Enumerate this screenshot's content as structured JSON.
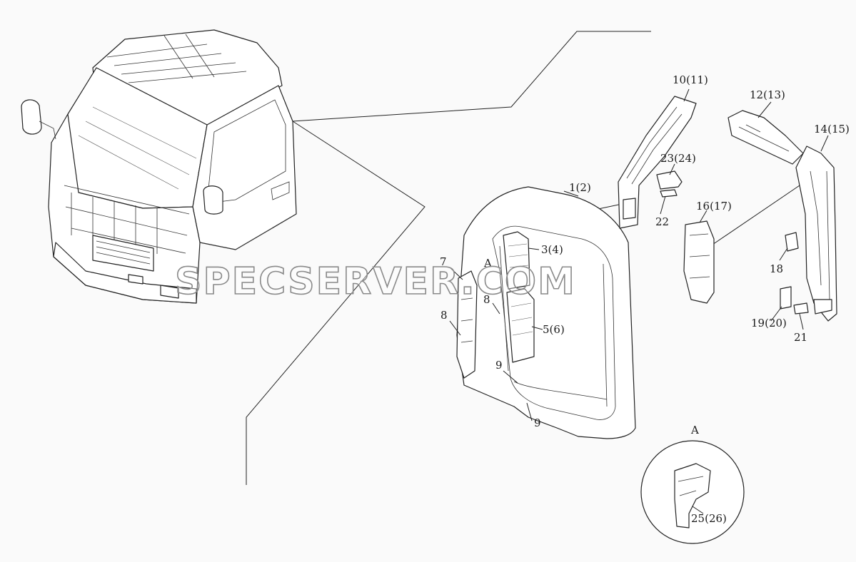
{
  "watermark": "SPECSERVER.COM",
  "detail_label": "A",
  "callouts": [
    {
      "id": "c1",
      "text": "1(2)"
    },
    {
      "id": "c3",
      "text": "3(4)"
    },
    {
      "id": "c5",
      "text": "5(6)"
    },
    {
      "id": "c7",
      "text": "7"
    },
    {
      "id": "cA",
      "text": "A"
    },
    {
      "id": "c8a",
      "text": "8"
    },
    {
      "id": "c8b",
      "text": "8"
    },
    {
      "id": "c9a",
      "text": "9"
    },
    {
      "id": "c9b",
      "text": "9"
    },
    {
      "id": "c10",
      "text": "10(11)"
    },
    {
      "id": "c12",
      "text": "12(13)"
    },
    {
      "id": "c14",
      "text": "14(15)"
    },
    {
      "id": "c16",
      "text": "16(17)"
    },
    {
      "id": "c18",
      "text": "18"
    },
    {
      "id": "c19",
      "text": "19(20)"
    },
    {
      "id": "c21",
      "text": "21"
    },
    {
      "id": "c22",
      "text": "22"
    },
    {
      "id": "c23",
      "text": "23(24)"
    },
    {
      "id": "c25",
      "text": "25(26)"
    }
  ]
}
